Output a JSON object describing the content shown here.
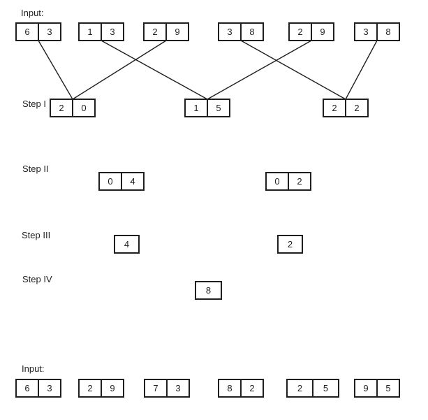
{
  "colors": {
    "background": "#ffffff",
    "line": "#1f1f1f"
  },
  "labels": {
    "input_top": "Input:",
    "step_1": "Step I",
    "step_2": "Step II",
    "step_3": "Step III",
    "step_4": "Step IV",
    "input_bottom": "Input:"
  },
  "rows": {
    "input_top": [
      [
        "6",
        "3"
      ],
      [
        "1",
        "3"
      ],
      [
        "2",
        "9"
      ],
      [
        "3",
        "8"
      ],
      [
        "2",
        "9"
      ],
      [
        "3",
        "8"
      ]
    ],
    "step_1": [
      [
        "2",
        "0"
      ],
      [
        "1",
        "5"
      ],
      [
        "2",
        "2"
      ]
    ],
    "step_2": [
      [
        "0",
        "4"
      ],
      [
        "0",
        "2"
      ]
    ],
    "step_3": [
      [
        "4"
      ],
      [
        "2"
      ]
    ],
    "step_4": [
      [
        "8"
      ]
    ],
    "input_bottom": [
      [
        "6",
        "3"
      ],
      [
        "2",
        "9"
      ],
      [
        "7",
        "3"
      ],
      [
        "8",
        "2"
      ],
      [
        "2",
        "5"
      ],
      [
        "9",
        "5"
      ]
    ]
  },
  "connections": [
    {
      "from": "input-top-box-1",
      "to": "step1-box-1"
    },
    {
      "from": "input-top-box-2",
      "to": "step1-box-2"
    },
    {
      "from": "input-top-box-3",
      "to": "step1-box-1"
    },
    {
      "from": "input-top-box-4",
      "to": "step1-box-3"
    },
    {
      "from": "input-top-box-5",
      "to": "step1-box-2"
    },
    {
      "from": "input-top-box-6",
      "to": "step1-box-3"
    }
  ]
}
